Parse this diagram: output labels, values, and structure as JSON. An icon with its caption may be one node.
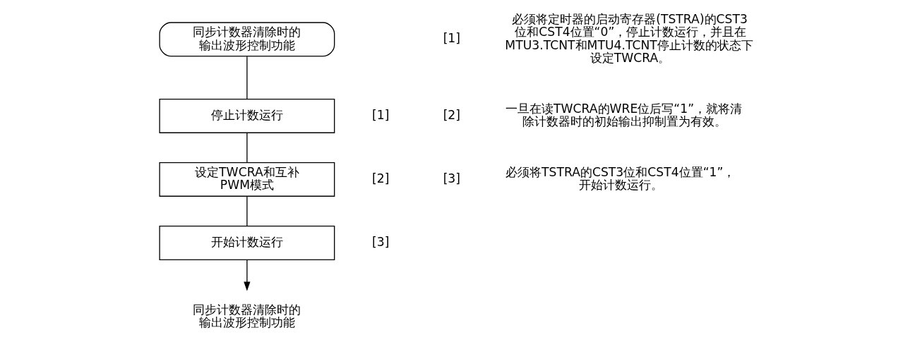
{
  "diagram": {
    "nodes": [
      {
        "text": [
          "同步计数器清除时的输出波形控制功能"
        ]
      },
      {
        "text": [
          "停止计数运行"
        ],
        "beside": [
          "[1]"
        ]
      },
      {
        "text": [
          "设定TWCRA和互补PWM模式"
        ],
        "beside": [
          "[2]"
        ]
      },
      {
        "text": [
          "开始计数运行"
        ],
        "beside": [
          "[3]"
        ]
      },
      {
        "text": [
          "同步计数器清除时的输出波形控制功能"
        ]
      }
    ],
    "edges": [
      {
        "from": 0,
        "to": 1,
        "arrow": "none"
      },
      {
        "from": 1,
        "to": 2,
        "arrow": "none"
      },
      {
        "from": 2,
        "to": 3,
        "arrow": "none"
      },
      {
        "from": 3,
        "to": 4,
        "arrow": "to"
      }
    ],
    "labels": [
      "[1]",
      "必须将定时器的启动寄存器(TSTRA)的CST3位和CST4位置“0”，停止计数运行，并且在MTU3.TCNT和MTU4.TCNT停止计数的状态下设定TWCRA。",
      "[2]",
      "一旦在读TWCRA的WRE位后写“1”，就将清除计数器时的初始输出抑制置为有效。",
      "[3]",
      "必须将TSTRA的CST3位和CST4位置“1”，开始计数运行。"
    ]
  }
}
